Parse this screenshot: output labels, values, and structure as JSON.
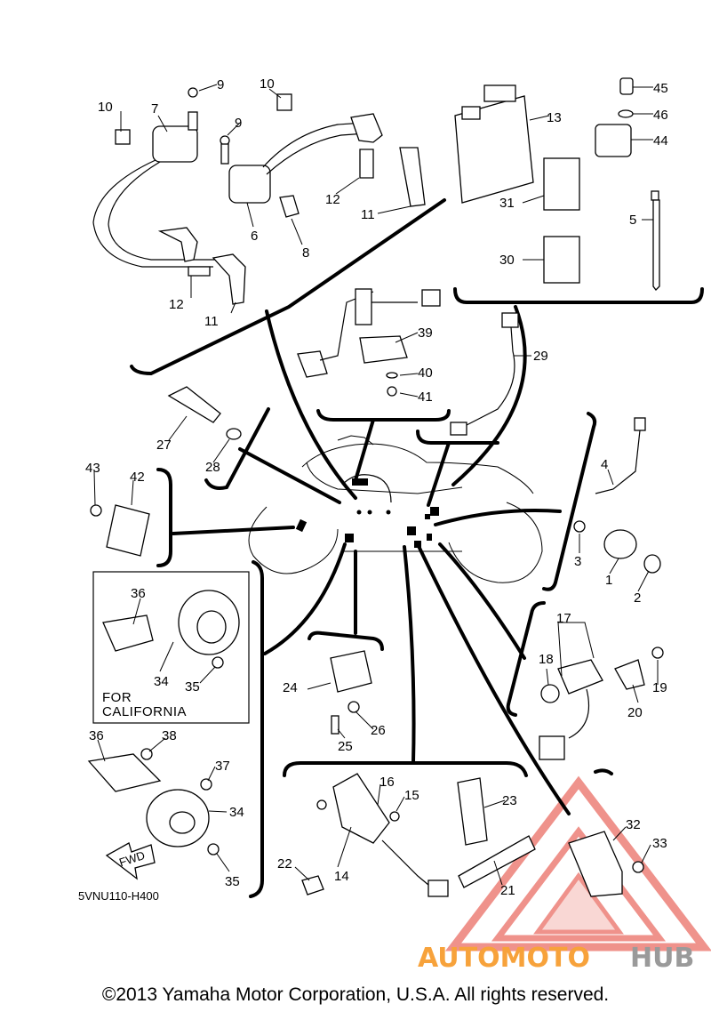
{
  "diagram_code": "5VNU110-H400",
  "california_box": {
    "line1": "FOR",
    "line2": "CALIFORNIA"
  },
  "fwd_arrow_label": "FWD",
  "copyright": "©2013 Yamaha Motor Corporation, U.S.A. All rights reserved.",
  "watermark": {
    "left": "AUTOMOTO",
    "right": "HUB",
    "left_color": "#f7a23b",
    "right_color": "#9a9a9a",
    "triangle_color": "#e23a2e"
  },
  "callouts": [
    {
      "n": "1"
    },
    {
      "n": "2"
    },
    {
      "n": "3"
    },
    {
      "n": "4"
    },
    {
      "n": "5"
    },
    {
      "n": "6"
    },
    {
      "n": "7"
    },
    {
      "n": "8"
    },
    {
      "n": "9"
    },
    {
      "n": "9"
    },
    {
      "n": "10"
    },
    {
      "n": "10"
    },
    {
      "n": "11"
    },
    {
      "n": "11"
    },
    {
      "n": "12"
    },
    {
      "n": "12"
    },
    {
      "n": "13"
    },
    {
      "n": "14"
    },
    {
      "n": "15"
    },
    {
      "n": "16"
    },
    {
      "n": "17"
    },
    {
      "n": "18"
    },
    {
      "n": "19"
    },
    {
      "n": "20"
    },
    {
      "n": "21"
    },
    {
      "n": "22"
    },
    {
      "n": "23"
    },
    {
      "n": "24"
    },
    {
      "n": "25"
    },
    {
      "n": "26"
    },
    {
      "n": "27"
    },
    {
      "n": "28"
    },
    {
      "n": "29"
    },
    {
      "n": "30"
    },
    {
      "n": "31"
    },
    {
      "n": "32"
    },
    {
      "n": "33"
    },
    {
      "n": "34"
    },
    {
      "n": "34"
    },
    {
      "n": "35"
    },
    {
      "n": "35"
    },
    {
      "n": "36"
    },
    {
      "n": "36"
    },
    {
      "n": "37"
    },
    {
      "n": "38"
    },
    {
      "n": "39"
    },
    {
      "n": "40"
    },
    {
      "n": "41"
    },
    {
      "n": "42"
    },
    {
      "n": "43"
    },
    {
      "n": "44"
    },
    {
      "n": "45"
    },
    {
      "n": "46"
    }
  ]
}
